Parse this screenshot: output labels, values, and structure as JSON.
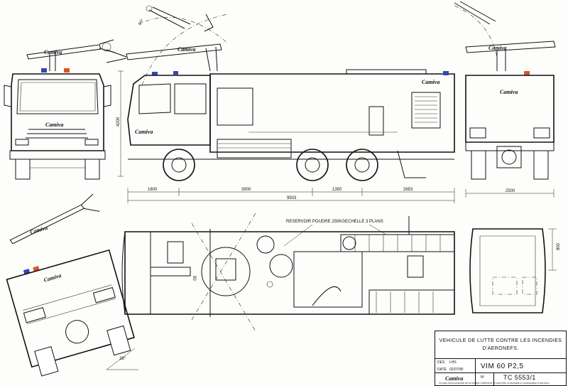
{
  "drawing": {
    "brand": "Camiva",
    "labels": {
      "powder_tank": "RESERVOIR POUDRE 250KG",
      "ladder": "ECHELLE 3 PLANS",
      "angle_top": "90°",
      "angle_side": "28°",
      "plan_small_dim": "90",
      "plan_width": "800"
    },
    "dimensions": {
      "height": "4200",
      "front_overhang": "1600",
      "wheelbase": "3900",
      "axle_spacing": "1350",
      "rear_overhang": "2653",
      "overall_length": "9503",
      "width": "2500"
    }
  },
  "title_block": {
    "description_line1": "VEHICULE DE LUTTE CONTRE LES INCENDIES",
    "description_line2": "D'AERONEFS.",
    "model": "VIM 60 P2,5",
    "number_label": "N°",
    "drawing_number": "TC 5553/1",
    "brand": "Camiva",
    "row_labels": [
      "DES",
      "DATE"
    ],
    "row_values": [
      "LHS",
      "02/07/90"
    ]
  },
  "footnote": "Ce plan est la propriété de la Société CAMIVA et ne peut être ni reproduit ni communiqué à des tiers."
}
